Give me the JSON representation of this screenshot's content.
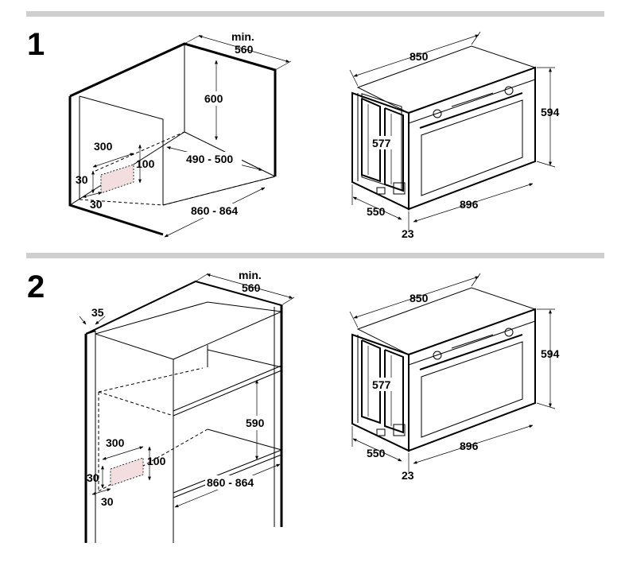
{
  "sections": [
    {
      "number": "1",
      "niche": {
        "min_label": "min.",
        "min_value": "560",
        "height": "600",
        "depth": "490 - 500",
        "width": "860 - 864",
        "cutout_width": "300",
        "cutout_height": "100",
        "offset_v": "30",
        "offset_h": "30"
      },
      "oven": {
        "width": "850",
        "height": "594",
        "inner": "577",
        "depth": "550",
        "overall_width": "896",
        "front": "23"
      }
    },
    {
      "number": "2",
      "niche": {
        "min_label": "min.",
        "min_value": "560",
        "panel": "35",
        "height": "590",
        "width": "860 - 864",
        "cutout_width": "300",
        "cutout_height": "100",
        "offset_v": "30",
        "offset_h": "30"
      },
      "oven": {
        "width": "850",
        "height": "594",
        "inner": "577",
        "depth": "550",
        "overall_width": "896",
        "front": "23"
      }
    }
  ]
}
